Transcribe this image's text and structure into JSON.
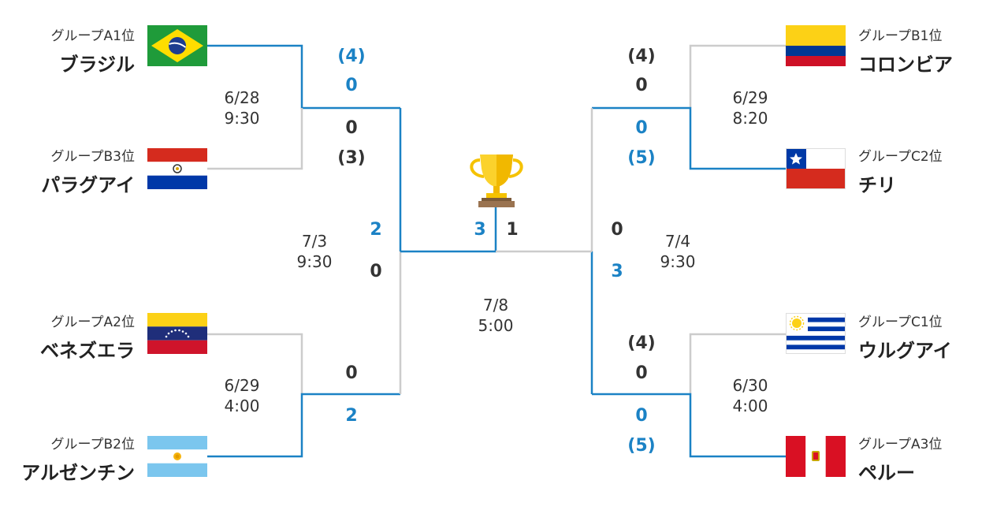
{
  "colors": {
    "winner_line": "#1b82c5",
    "loser_line": "#cccccc",
    "winner_text": "#1b82c5",
    "text": "#333333"
  },
  "teams": {
    "brazil": {
      "group": "グループA1位",
      "name": "ブラジル",
      "flag": "brazil-flag-icon"
    },
    "paraguay": {
      "group": "グループB3位",
      "name": "パラグアイ",
      "flag": "paraguay-flag-icon"
    },
    "venezuela": {
      "group": "グループA2位",
      "name": "ベネズエラ",
      "flag": "venezuela-flag-icon"
    },
    "argentina": {
      "group": "グループB2位",
      "name": "アルゼンチン",
      "flag": "argentina-flag-icon"
    },
    "colombia": {
      "group": "グループB1位",
      "name": "コロンビア",
      "flag": "colombia-flag-icon"
    },
    "chile": {
      "group": "グループC2位",
      "name": "チリ",
      "flag": "chile-flag-icon"
    },
    "uruguay": {
      "group": "グループC1位",
      "name": "ウルグアイ",
      "flag": "uruguay-flag-icon"
    },
    "peru": {
      "group": "グループA3位",
      "name": "ペルー",
      "flag": "peru-flag-icon"
    }
  },
  "matches": {
    "qf1": {
      "date": "6/28",
      "time": "9:30",
      "top_pk": "(4)",
      "top_score": "0",
      "bottom_score": "0",
      "bottom_pk": "(3)"
    },
    "qf2": {
      "date": "6/29",
      "time": "4:00",
      "top_score": "0",
      "bottom_score": "2"
    },
    "qf3": {
      "date": "6/29",
      "time": "8:20",
      "top_pk": "(4)",
      "top_score": "0",
      "bottom_score": "0",
      "bottom_pk": "(5)"
    },
    "qf4": {
      "date": "6/30",
      "time": "4:00",
      "top_pk": "(4)",
      "top_score": "0",
      "bottom_score": "0",
      "bottom_pk": "(5)"
    },
    "sf1": {
      "date": "7/3",
      "time": "9:30",
      "top_score": "2",
      "bottom_score": "0"
    },
    "sf2": {
      "date": "7/4",
      "time": "9:30",
      "top_score": "0",
      "bottom_score": "3"
    },
    "final": {
      "date": "7/8",
      "time": "5:00",
      "left_score": "3",
      "right_score": "1"
    }
  },
  "trophy_icon": "trophy-icon"
}
